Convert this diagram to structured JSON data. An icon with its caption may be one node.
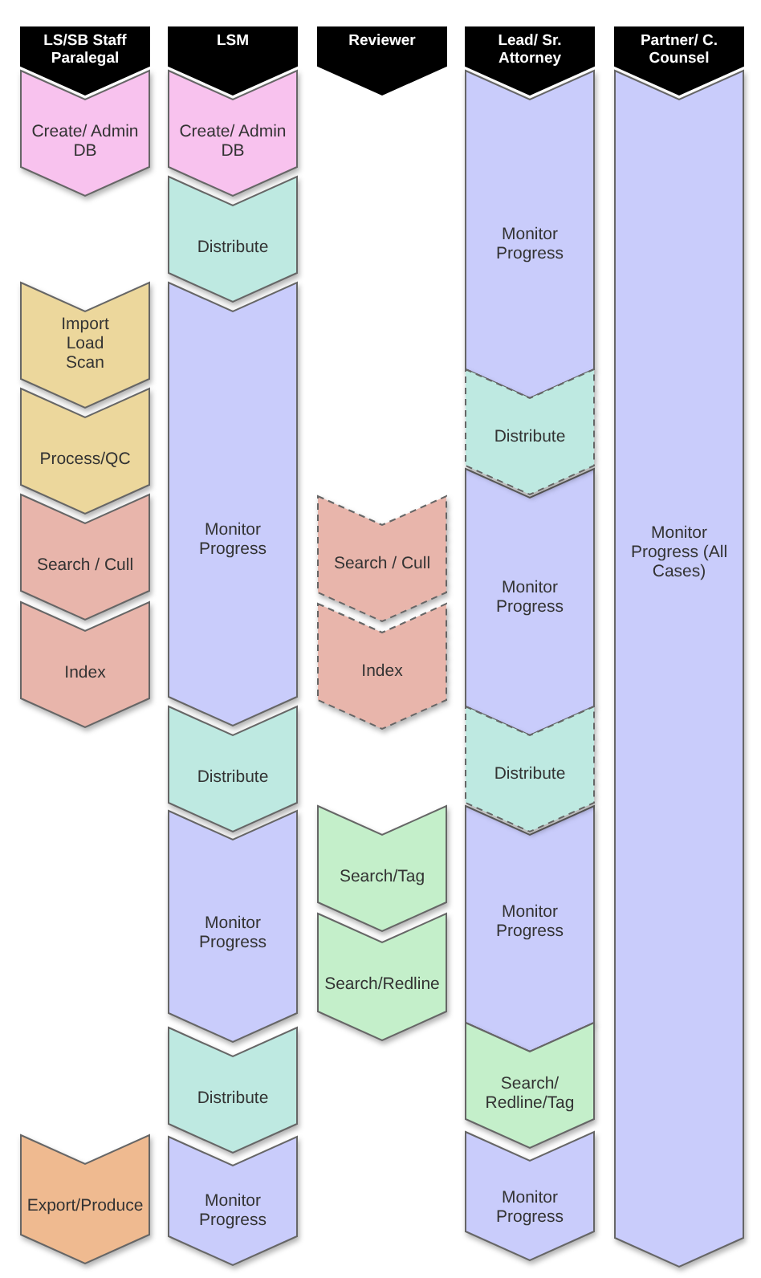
{
  "diagram": {
    "nodes": [
      {
        "text": [
          "LS/SB Staff Paralegal"
        ]
      },
      {
        "text": [
          "LSM"
        ]
      },
      {
        "text": [
          "Reviewer"
        ]
      },
      {
        "text": [
          "Lead/ Sr. Attorney"
        ]
      },
      {
        "text": [
          "Partner/ C. Counsel"
        ]
      },
      {
        "text": [
          "Create/ Admin DB"
        ]
      },
      {
        "text": [
          "Import Load Scan"
        ]
      },
      {
        "text": [
          "Process/QC"
        ]
      },
      {
        "text": [
          "Search / Cull"
        ]
      },
      {
        "text": [
          "Index"
        ]
      },
      {
        "text": [
          "Export/Produce"
        ]
      },
      {
        "text": [
          "Create/ Admin DB"
        ]
      },
      {
        "text": [
          "Distribute"
        ]
      },
      {
        "text": [
          "Monitor Progress"
        ]
      },
      {
        "text": [
          "Distribute"
        ]
      },
      {
        "text": [
          "Monitor Progress"
        ]
      },
      {
        "text": [
          "Distribute"
        ]
      },
      {
        "text": [
          "Monitor Progress"
        ]
      },
      {
        "text": [
          "Search / Cull"
        ]
      },
      {
        "text": [
          "Index"
        ]
      },
      {
        "text": [
          "Search/Tag"
        ]
      },
      {
        "text": [
          "Search/Redline"
        ]
      },
      {
        "text": [
          "Monitor Progress"
        ]
      },
      {
        "text": [
          "Distribute"
        ]
      },
      {
        "text": [
          "Monitor Progress"
        ]
      },
      {
        "text": [
          "Distribute"
        ]
      },
      {
        "text": [
          "Monitor Progress"
        ]
      },
      {
        "text": [
          "Search/ Redline/Tag"
        ]
      },
      {
        "text": [
          "Monitor Progress"
        ]
      },
      {
        "text": [
          "Monitor Progress (All Cases)"
        ]
      }
    ],
    "edges": []
  }
}
